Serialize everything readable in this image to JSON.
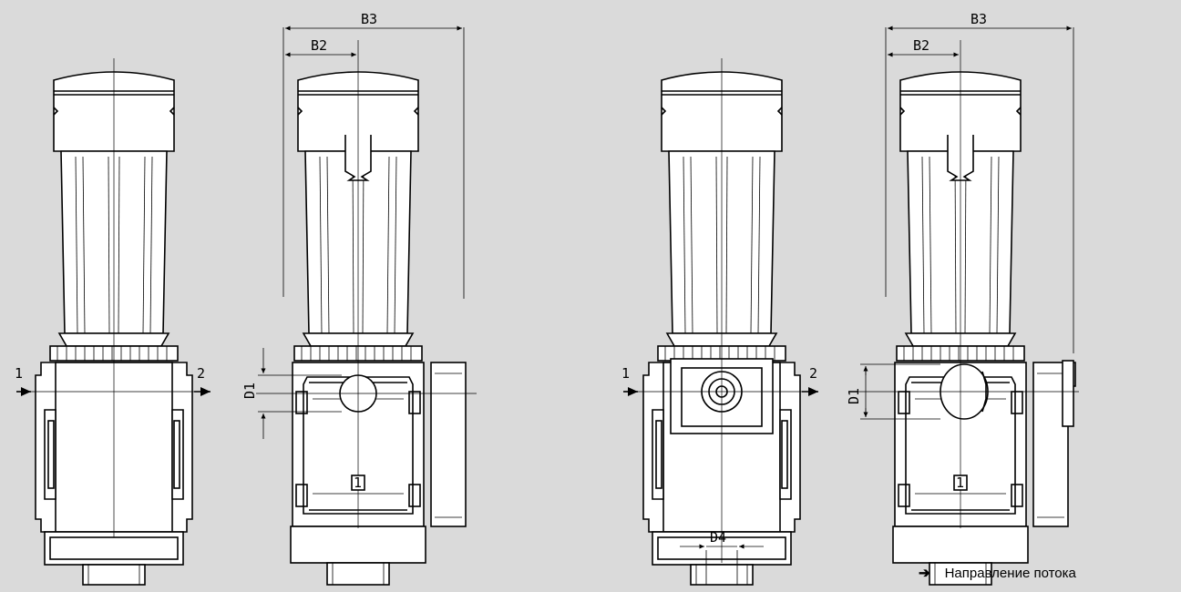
{
  "labels": {
    "B3": "B3",
    "B2": "B2",
    "D1": "D1",
    "D4": "D4",
    "port_in": "1",
    "port_out": "2",
    "port_marker": "1"
  },
  "legend": {
    "arrow": "➔",
    "text": "Направление потока"
  },
  "colors": {
    "background": "#dadada",
    "line": "#000000",
    "body_fill": "#ffffff"
  }
}
